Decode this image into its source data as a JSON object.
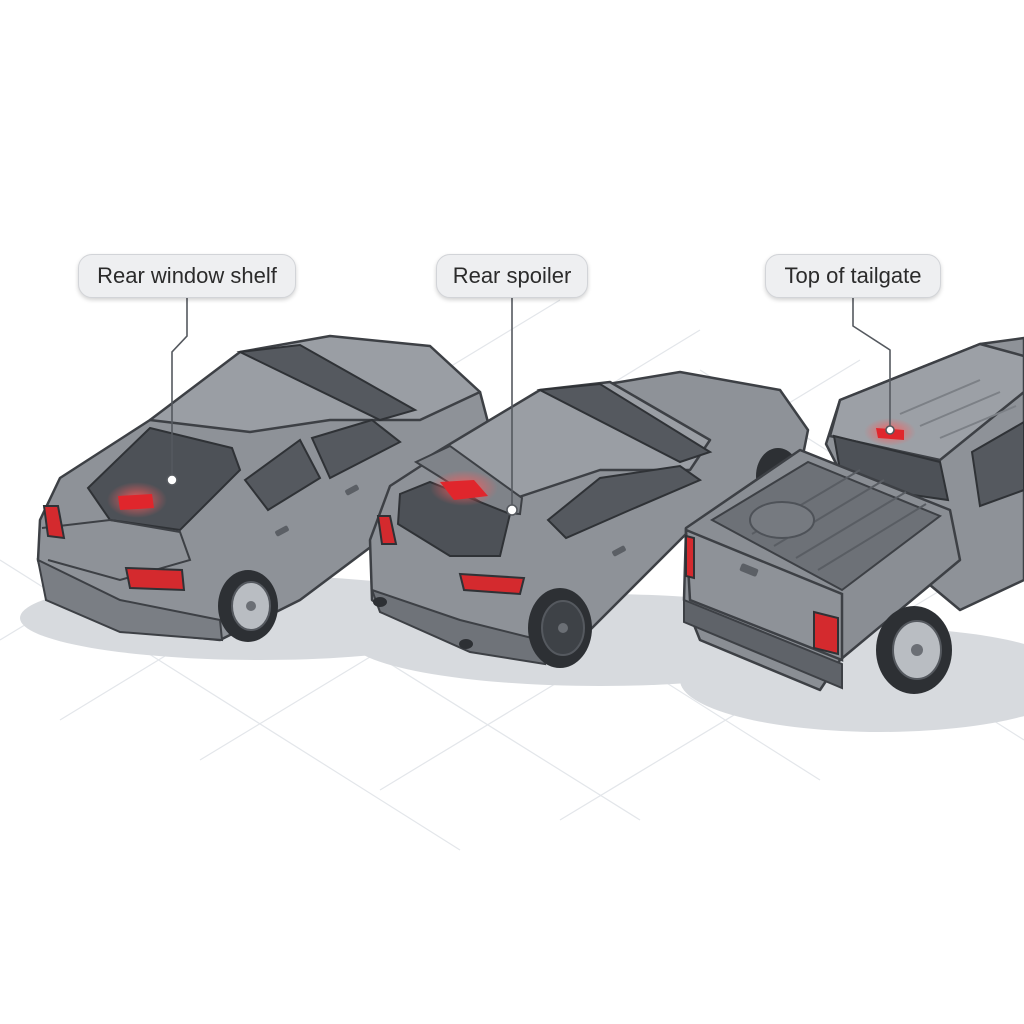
{
  "callouts": [
    {
      "id": "shelf",
      "label": "Rear window shelf"
    },
    {
      "id": "spoiler",
      "label": "Rear spoiler"
    },
    {
      "id": "tailgate",
      "label": "Top of tailgate"
    }
  ],
  "vehicles": [
    "sedan",
    "hatchback",
    "pickup-truck"
  ],
  "colors": {
    "body": "#8c9096",
    "body_dark": "#6e7379",
    "glass": "#4b4f55",
    "brake_light": "#e0262c",
    "grid": "#dfe2e6",
    "shadow": "#d5d8dc"
  }
}
